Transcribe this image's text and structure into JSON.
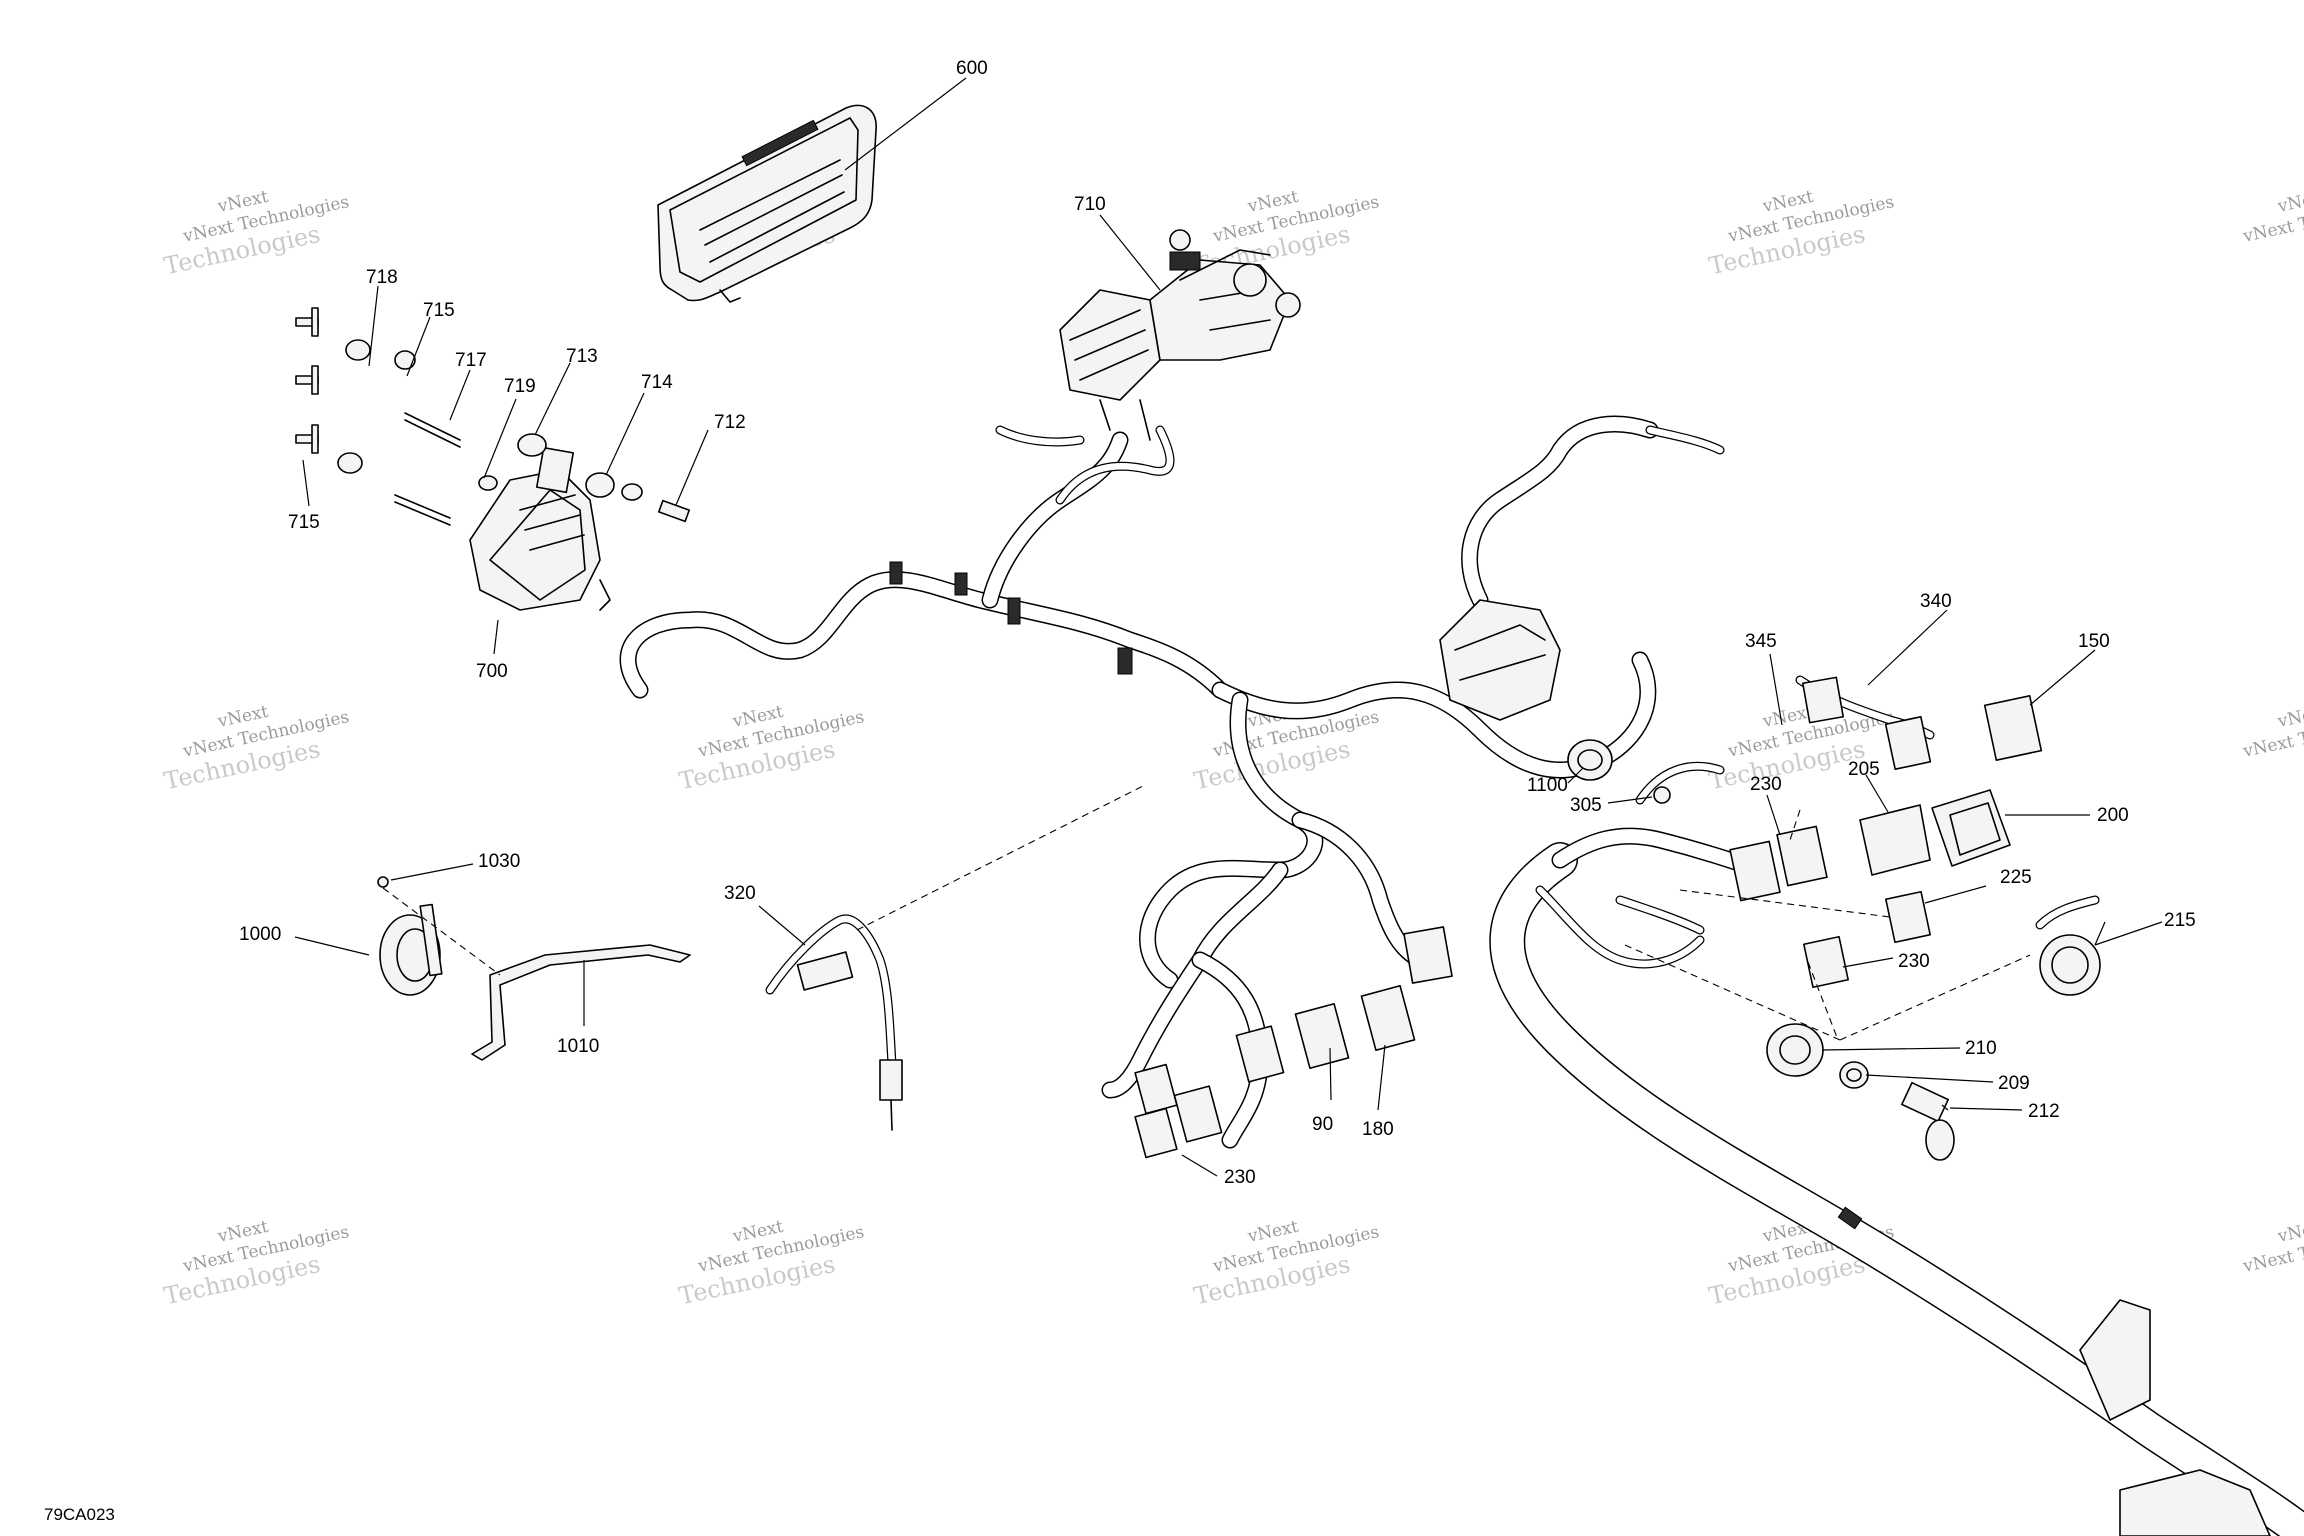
{
  "diagram": {
    "reference_code": "79CA023",
    "watermark_line1": "vNext Technologies",
    "watermark_line2": "Technologies",
    "watermark_small": "vNext",
    "callouts": {
      "c600": "600",
      "c710": "710",
      "c718": "718",
      "c715a": "715",
      "c717": "717",
      "c719": "719",
      "c713": "713",
      "c714": "714",
      "c712": "712",
      "c715b": "715",
      "c700": "700",
      "c1030": "1030",
      "c1000": "1000",
      "c1010": "1010",
      "c320": "320",
      "c90": "90",
      "c180": "180",
      "c230a": "230",
      "c1100": "1100",
      "c305": "305",
      "c345": "345",
      "c340": "340",
      "c150": "150",
      "c205": "205",
      "c230b": "230",
      "c200": "200",
      "c225": "225",
      "c230c": "230",
      "c215": "215",
      "c210": "210",
      "c209": "209",
      "c212": "212"
    }
  }
}
